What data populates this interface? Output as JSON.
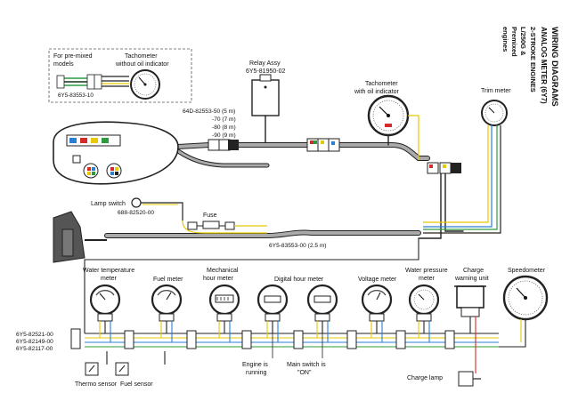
{
  "title_block": {
    "line1": "WIRING DIAGRAMS",
    "line2": "ANALOG METER (6Y7)",
    "line3": "2-STROKE ENGINES",
    "line4": "L/250G &",
    "line5": "Premixed",
    "line6": "engines"
  },
  "premix": {
    "label_line1": "For pre-mixed",
    "label_line2": "models",
    "tach_line1": "Tachometer",
    "tach_line2": "without oil indicator",
    "harness": "6Y5-83553-10"
  },
  "relay": {
    "name": "Relay Assy",
    "part": "6Y5-81950-02"
  },
  "tach_oil": {
    "line1": "Tachometer",
    "line2": "with oil indicator"
  },
  "trim_meter": "Trim meter",
  "cables": {
    "main_5m": "64D-82553-50 (5 m)",
    "main_7m": "-70 (7 m)",
    "main_8m": "-80 (8 m)",
    "main_9m": "-90 (9 m)",
    "harness_25m": "6Y5-83553-00 (2.5 m)"
  },
  "lamp_switch": {
    "name": "Lamp switch",
    "part": "688-82520-00"
  },
  "fuse": "Fuse",
  "gauges": [
    {
      "line1": "Water temperature",
      "line2": "meter"
    },
    {
      "line1": "Fuel meter",
      "line2": ""
    },
    {
      "line1": "Mechanical",
      "line2": "hour meter"
    },
    {
      "line1": "Digital hour meter",
      "line2": ""
    },
    {
      "line1": "Voltage meter",
      "line2": ""
    },
    {
      "line1": "Water pressure",
      "line2": "meter"
    },
    {
      "line1": "Charge",
      "line2": "warning unit"
    },
    {
      "line1": "Speedometer",
      "line2": ""
    }
  ],
  "left_parts": [
    "6Y5-82521-00",
    "6Y5-82149-00",
    "6Y5-82117-00"
  ],
  "notes": {
    "engine_running_1": "Engine is",
    "engine_running_2": "running",
    "main_switch_1": "Main switch is",
    "main_switch_2": "\"ON\""
  },
  "sensors": {
    "thermo": "Thermo sensor",
    "fuel": "Fuel sensor"
  },
  "charge_lamp": "Charge lamp",
  "colors": {
    "wire_black": "#222222",
    "wire_gray": "#9a9a9a",
    "wire_yellow": "#e6c800",
    "wire_blue": "#2a7fd4",
    "wire_green": "#2e9a3e",
    "wire_red": "#d42a2a"
  }
}
